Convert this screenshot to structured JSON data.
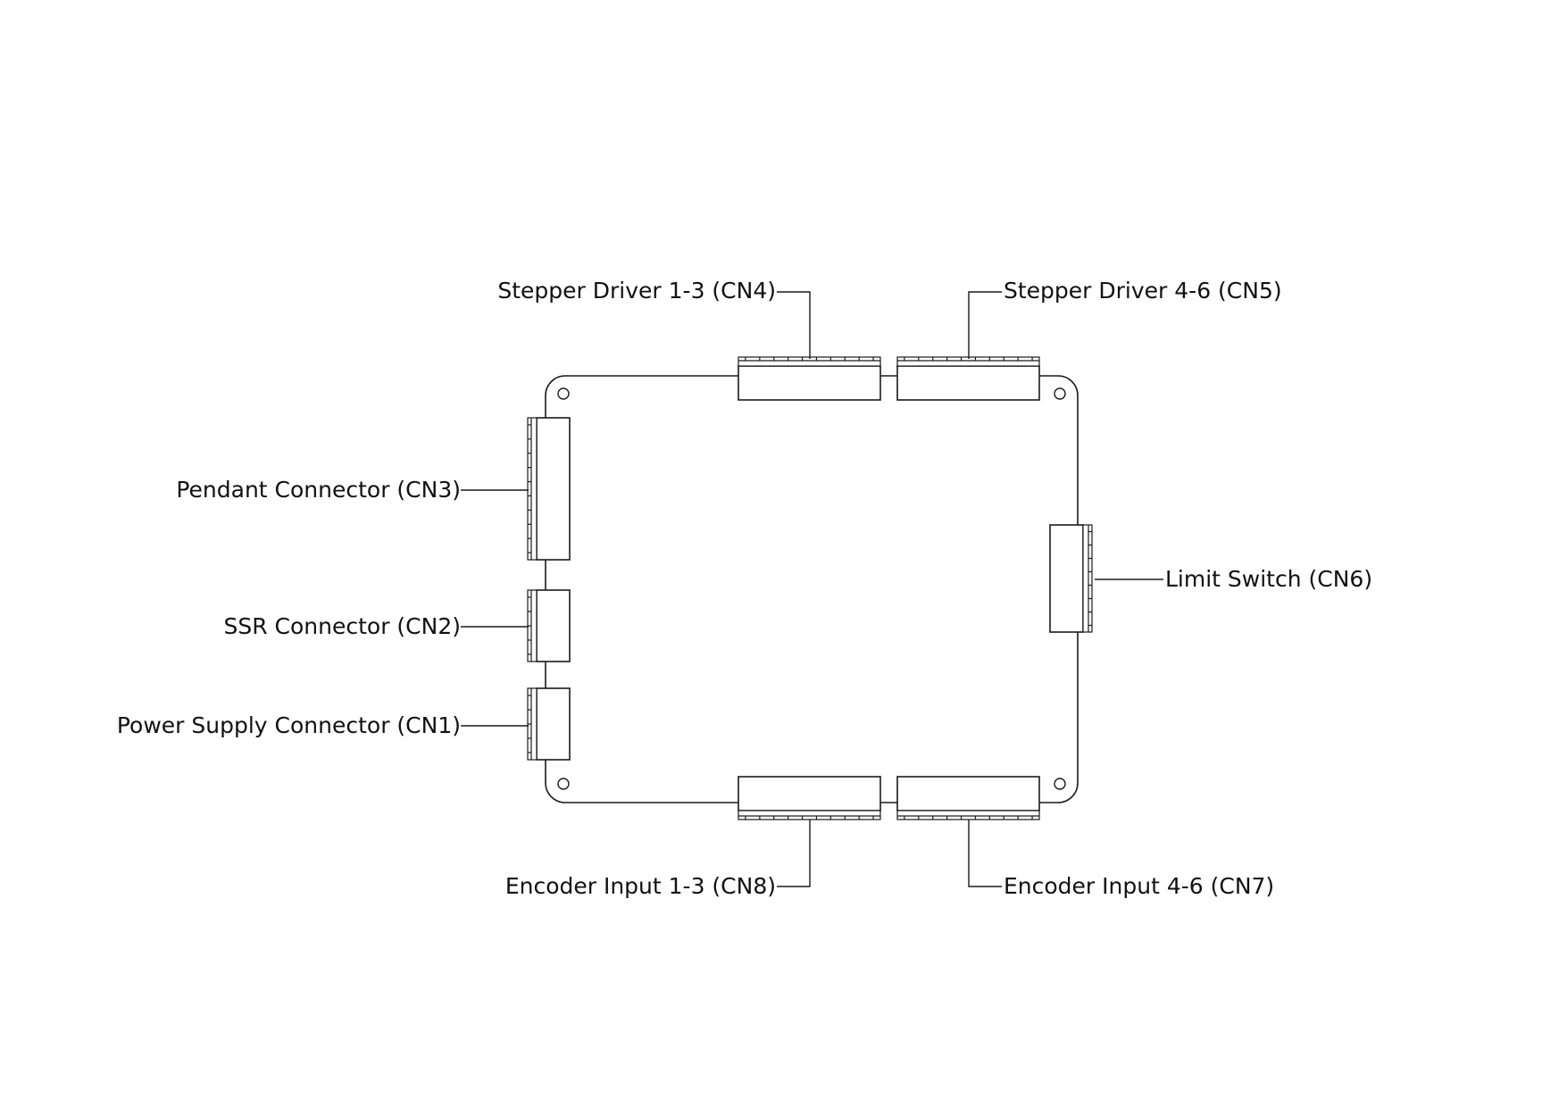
{
  "diagram": {
    "labels": {
      "cn4": "Stepper Driver 1-3 (CN4)",
      "cn5": "Stepper Driver 4-6 (CN5)",
      "cn3": "Pendant Connector (CN3)",
      "cn2": "SSR Connector (CN2)",
      "cn1": "Power Supply Connector (CN1)",
      "cn6": "Limit Switch (CN6)",
      "cn8": "Encoder Input 1-3 (CN8)",
      "cn7": "Encoder Input 4-6 (CN7)"
    }
  }
}
